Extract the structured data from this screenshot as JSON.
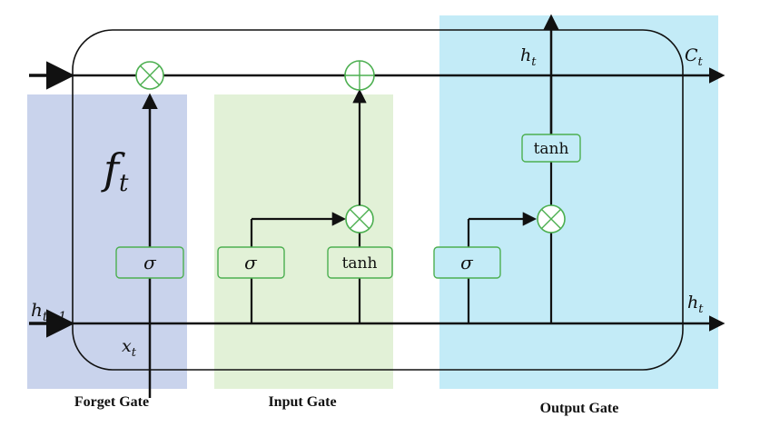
{
  "gates": {
    "forget": {
      "label": "Forget Gate",
      "color": "#c9d3ec"
    },
    "input": {
      "label": "Input Gate",
      "color": "#e2f1d7"
    },
    "output": {
      "label": "Output Gate",
      "color": "#c3ebf7"
    }
  },
  "symbols": {
    "sigma": "σ",
    "tanh": "tanh",
    "multiply": "⊗",
    "add": "⊕"
  },
  "variables": {
    "h_t_minus_1": {
      "base": "h",
      "sub": "t−1"
    },
    "x_t": {
      "base": "x",
      "sub": "t"
    },
    "f_t": {
      "base": "f",
      "sub": "t"
    },
    "C_t": {
      "base": "C",
      "sub": "t"
    },
    "h_t_top": {
      "base": "h",
      "sub": "t"
    },
    "h_t_out": {
      "base": "h",
      "sub": "t"
    }
  },
  "colors": {
    "line": "#111111",
    "op_green": "#4caf50",
    "frame": "#111111"
  }
}
